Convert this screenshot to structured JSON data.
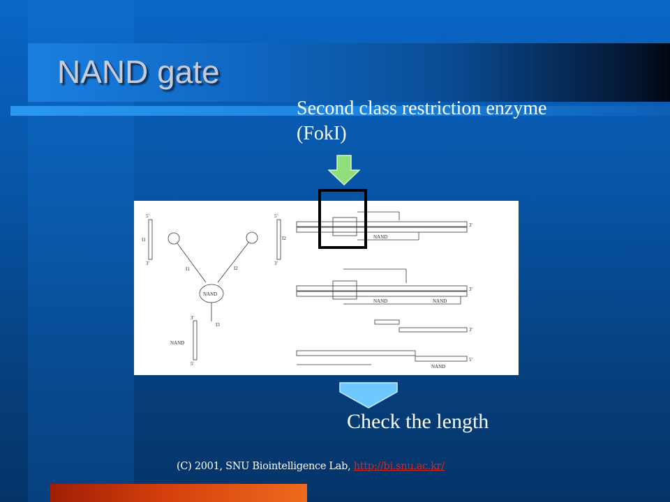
{
  "slide": {
    "title": "NAND gate",
    "enzyme_label_line1": "Second class restriction enzyme",
    "enzyme_label_line2": "(FokI)",
    "check_label": "Check the length",
    "footer_text": "(C) 2001, SNU Biointelligence Lab, ",
    "footer_link": "http://bi.snu.ac.kr/"
  },
  "diagram": {
    "end_5": "5'",
    "end_3": "3'",
    "gate_label": "NAND",
    "input_1": "I1",
    "input_2": "I2",
    "output": "I3"
  },
  "colors": {
    "background": "#0753a3",
    "title_text": "#c7ccd8",
    "arrow_fill": "#8fe07a",
    "arrow_bottom_fill": "#6fc8ff",
    "footer_link": "#d8281e",
    "bottom_bar": "#d4400c"
  }
}
